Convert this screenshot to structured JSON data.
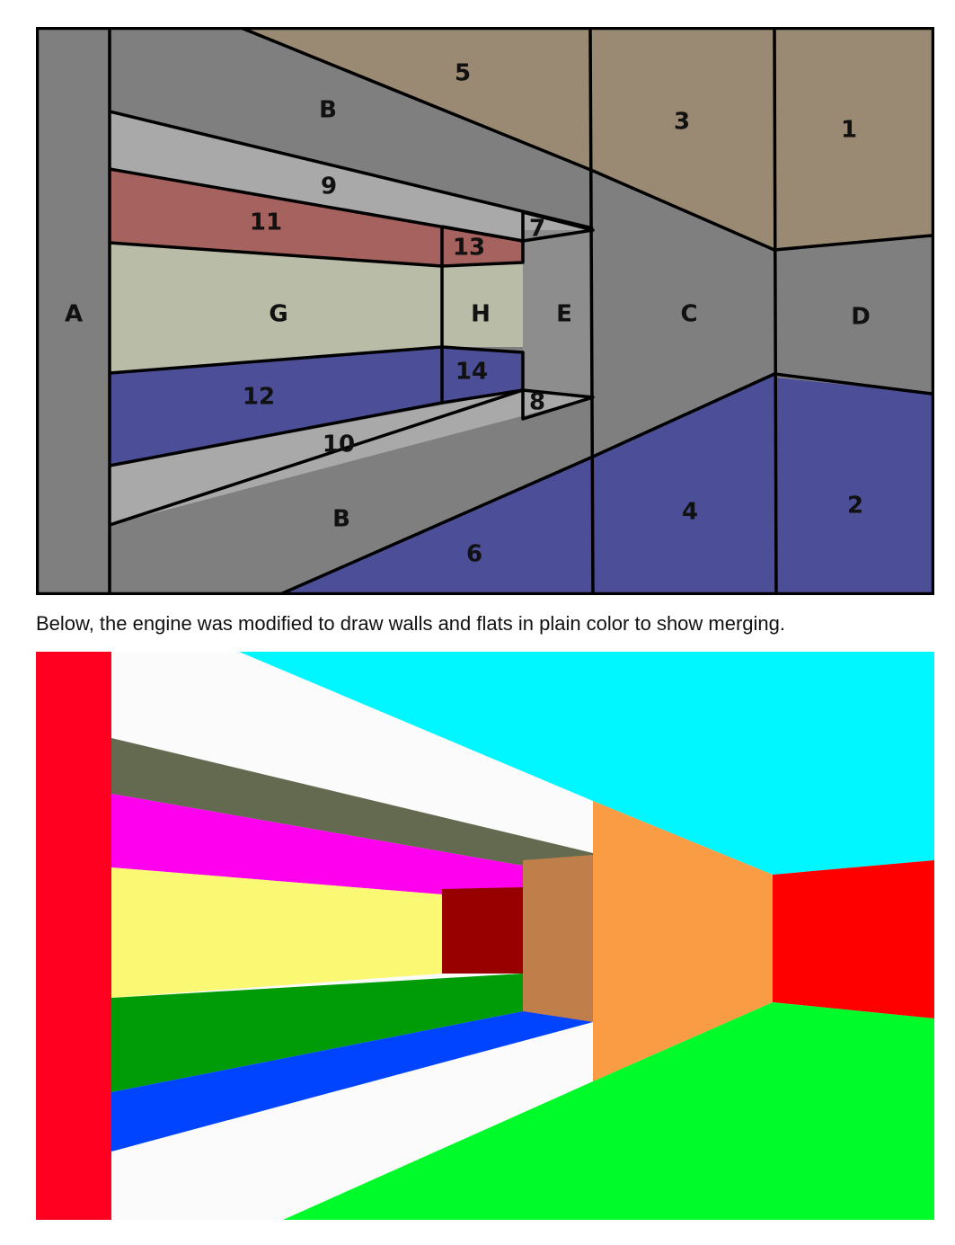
{
  "caption": "Below, the engine was modified to draw walls and flats in plain color to show merging.",
  "top_figure": {
    "labels": {
      "A": "A",
      "B_top": "B",
      "B_bottom": "B",
      "C": "C",
      "D": "D",
      "E": "E",
      "G": "G",
      "H": "H",
      "n1": "1",
      "n2": "2",
      "n3": "3",
      "n4": "4",
      "n5": "5",
      "n6": "6",
      "n7": "7",
      "n8": "8",
      "n9": "9",
      "n10": "10",
      "n11": "11",
      "n12": "12",
      "n13": "13",
      "n14": "14"
    },
    "colors": {
      "ceiling": "#9b8a73",
      "wall": "#7f7f7f",
      "wall_light": "#8d8d8d",
      "step_light": "#a9a9a9",
      "red_trim": "#a5625e",
      "window": "#b9bca6",
      "blue_floor": "#4c4f98"
    }
  },
  "bottom_figure": {
    "colors": {
      "left_wall": "#ff0020",
      "white": "#fbfbfb",
      "cyan": "#00f7ff",
      "olive": "#646a4f",
      "magenta": "#ff00ee",
      "yellow": "#fbf873",
      "dark_red": "#980000",
      "brown": "#c07e4b",
      "orange": "#fa9c44",
      "right_red": "#ff0000",
      "green": "#009c08",
      "blue": "#0044ff",
      "bright_green": "#00fb2b"
    }
  }
}
